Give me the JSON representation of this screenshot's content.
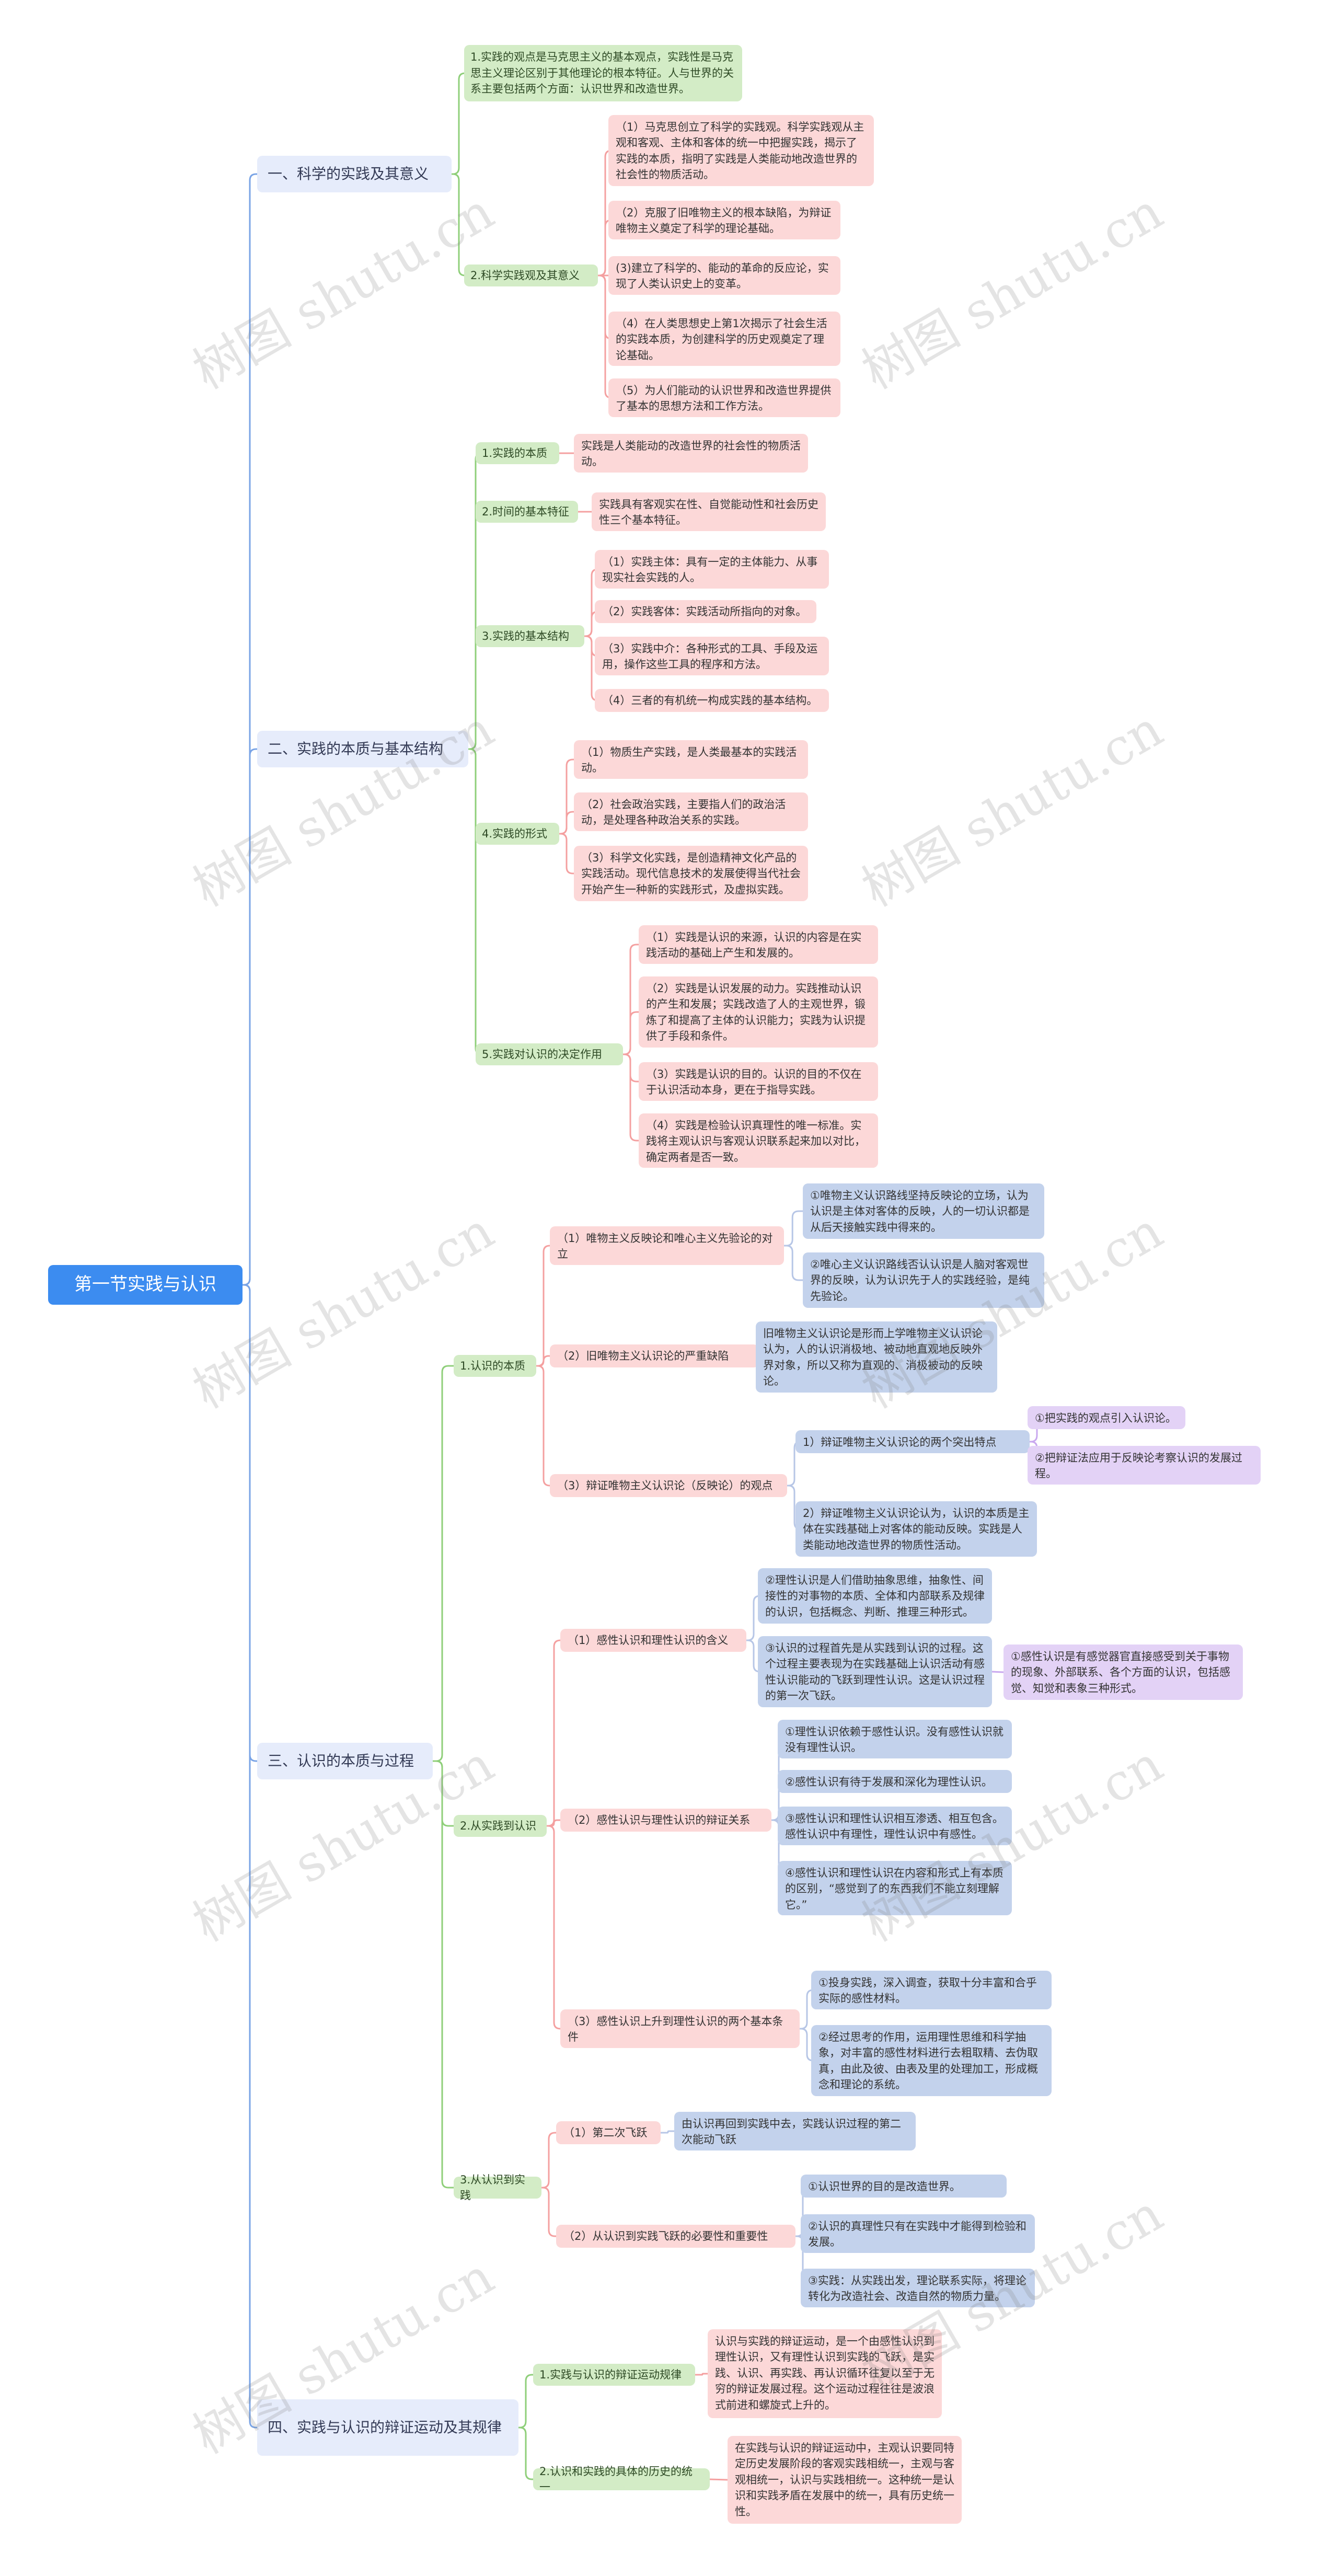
{
  "root": "第一节实践与认识",
  "watermark": "树图 shutu.cn",
  "s1": {
    "title": "一、科学的实践及其意义",
    "c1": "1.实践的观点是马克思主义的基本观点，实践性是马克思主义理论区别于其他理论的根本特征。人与世界的关系主要包括两个方面：认识世界和改造世界。",
    "c2": "2.科学实践观及其意义",
    "c2_items": [
      "（1）马克思创立了科学的实践观。科学实践观从主观和客观、主体和客体的统一中把握实践，揭示了实践的本质，指明了实践是人类能动地改造世界的社会性的物质活动。",
      "（2）克服了旧唯物主义的根本缺陷，为辩证唯物主义奠定了科学的理论基础。",
      "(3)建立了科学的、能动的革命的反应论，实现了人类认识史上的变革。",
      "（4）在人类思想史上第1次揭示了社会生活的实践本质，为创建科学的历史观奠定了理论基础。",
      "（5）为人们能动的认识世界和改造世界提供了基本的思想方法和工作方法。"
    ]
  },
  "s2": {
    "title": "二、实践的本质与基本结构",
    "c1": "1.实践的本质",
    "c1_text": "实践是人类能动的改造世界的社会性的物质活动。",
    "c2": "2.时间的基本特征",
    "c2_text": "实践具有客观实在性、自觉能动性和社会历史性三个基本特征。",
    "c3": "3.实践的基本结构",
    "c3_items": [
      "（1）实践主体：具有一定的主体能力、从事现实社会实践的人。",
      "（2）实践客体：实践活动所指向的对象。",
      "（3）实践中介：各种形式的工具、手段及运用，操作这些工具的程序和方法。",
      "（4）三者的有机统一构成实践的基本结构。"
    ],
    "c4": "4.实践的形式",
    "c4_items": [
      "（1）物质生产实践，是人类最基本的实践活动。",
      "（2）社会政治实践，主要指人们的政治活动，是处理各种政治关系的实践。",
      "（3）科学文化实践，是创造精神文化产品的实践活动。现代信息技术的发展使得当代社会开始产生一种新的实践形式，及虚拟实践。"
    ],
    "c5": "5.实践对认识的决定作用",
    "c5_items": [
      "（1）实践是认识的来源，认识的内容是在实践活动的基础上产生和发展的。",
      "（2）实践是认识发展的动力。实践推动认识的产生和发展；实践改造了人的主观世界，锻炼了和提高了主体的认识能力；实践为认识提供了手段和条件。",
      "（3）实践是认识的目的。认识的目的不仅在于认识活动本身，更在于指导实践。",
      "（4）实践是检验认识真理性的唯一标准。实践将主观认识与客观认识联系起来加以对比，确定两者是否一致。"
    ]
  },
  "s3": {
    "title": "三、认识的本质与过程",
    "a": "1.认识的本质",
    "a1": "（1）唯物主义反映论和唯心主义先验论的对立",
    "a1_items": [
      "①唯物主义认识路线坚持反映论的立场，认为认识是主体对客体的反映，人的一切认识都是从后天接触实践中得来的。",
      "②唯心主义认识路线否认认识是人脑对客观世界的反映，认为认识先于人的实践经验，是纯先验论。"
    ],
    "a2": "（2）旧唯物主义认识论的严重缺陷",
    "a2_text": "旧唯物主义认识论是形而上学唯物主义认识论认为，人的认识消极地、被动地直观地反映外界对象，所以又称为直观的、消极被动的反映论。",
    "a3": "（3）辩证唯物主义认识论（反映论）的观点",
    "a3_1": "1）辩证唯物主义认识论的两个突出特点",
    "a3_1_items": [
      "①把实践的观点引入认识论。",
      "②把辩证法应用于反映论考察认识的发展过程。"
    ],
    "a3_2": "2）辩证唯物主义认识论认为，认识的本质是主体在实践基础上对客体的能动反映。实践是人类能动地改造世界的物质性活动。",
    "b": "2.从实践到认识",
    "b1": "（1）感性认识和理性认识的含义",
    "b1_items": [
      "②理性认识是人们借助抽象思维，抽象性、间接性的对事物的本质、全体和内部联系及规律的认识，包括概念、判断、推理三种形式。",
      "③认识的过程首先是从实践到认识的过程。这个过程主要表现为在实践基础上认识活动有感性认识能动的飞跃到理性认识。这是认识过程的第一次飞跃。"
    ],
    "b1_sub": "①感性认识是有感觉器官直接感受到关于事物的现象、外部联系、各个方面的认识，包括感觉、知觉和表象三种形式。",
    "b2": "（2）感性认识与理性认识的辩证关系",
    "b2_items": [
      "①理性认识依赖于感性认识。没有感性认识就没有理性认识。",
      "②感性认识有待于发展和深化为理性认识。",
      "③感性认识和理性认识相互渗透、相互包含。感性认识中有理性，理性认识中有感性。",
      "④感性认识和理性认识在内容和形式上有本质的区别，“感觉到了的东西我们不能立刻理解它。”"
    ],
    "b3": "（3）感性认识上升到理性认识的两个基本条件",
    "b3_items": [
      "①投身实践，深入调查，获取十分丰富和合乎实际的感性材料。",
      "②经过思考的作用，运用理性思维和科学抽象，对丰富的感性材料进行去粗取精、去伪取真，由此及彼、由表及里的处理加工，形成概念和理论的系统。"
    ],
    "c": "3.从认识到实践",
    "c1": "（1）第二次飞跃",
    "c1_text": "由认识再回到实践中去，实践认识过程的第二次能动飞跃",
    "c2": "（2）从认识到实践飞跃的必要性和重要性",
    "c2_items": [
      "①认识世界的目的是改造世界。",
      "②认识的真理性只有在实践中才能得到检验和发展。",
      "③实践：从实践出发，理论联系实际，将理论转化为改造社会、改造自然的物质力量。"
    ]
  },
  "s4": {
    "title": "四、实践与认识的辩证运动及其规律",
    "c1": "1.实践与认识的辩证运动规律",
    "c1_text": "认识与实践的辩证运动，是一个由感性认识到理性认识，又有理性认识到实践的飞跃，是实践、认识、再实践、再认识循环往复以至于无穷的辩证发展过程。这个运动过程往往是波浪式前进和螺旋式上升的。",
    "c2": "2.认识和实践的具体的历史的统一",
    "c2_text": "在实践与认识的辩证运动中，主观认识要同特定历史发展阶段的客观实践相统一，主观与客观相统一，认识与实践相统一。这种统一是认识和实践矛盾在发展中的统一，具有历史统一性。"
  }
}
